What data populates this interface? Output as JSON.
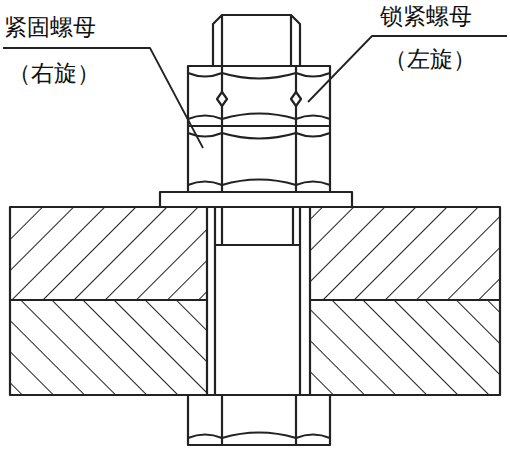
{
  "diagram": {
    "labels": [
      "紧固螺母",
      "（右旋）",
      "锁紧螺母",
      "（左旋）"
    ]
  }
}
